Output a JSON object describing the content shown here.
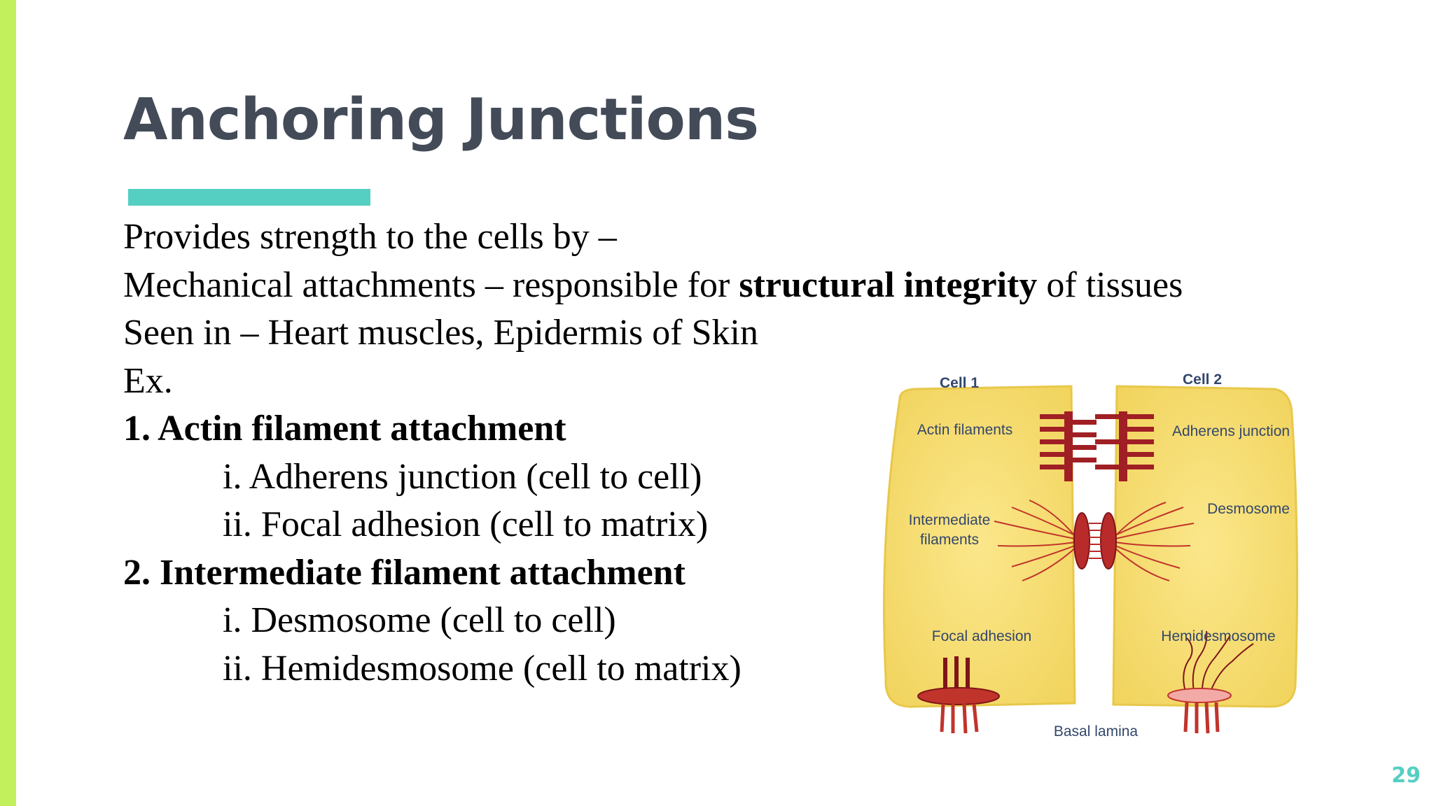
{
  "slide": {
    "title": "Anchoring Junctions",
    "page_number": "29",
    "colors": {
      "accent_bar": "#c2ef5c",
      "underline": "#55cfc2",
      "title": "#434b58"
    }
  },
  "body": {
    "line1": "Provides strength to the cells by –",
    "line2_pre": "Mechanical attachments – responsible for ",
    "line2_bold": "structural integrity",
    "line2_post": " of tissues",
    "line3": "Seen in – Heart muscles, Epidermis of Skin",
    "line4": "Ex.",
    "item1_heading": "1. Actin filament attachment",
    "item1_sub1": "i. Adherens junction (cell to cell)",
    "item1_sub2": "ii. Focal adhesion (cell to matrix)",
    "item2_heading": "2. Intermediate filament attachment",
    "item2_sub1": "i. Desmosome (cell to cell)",
    "item2_sub2": "ii. Hemidesmosome (cell to matrix)"
  },
  "diagram": {
    "cell1_label": "Cell 1",
    "cell2_label": "Cell 2",
    "actin_filaments": "Actin filaments",
    "adherens_junction": "Adherens junction",
    "intermediate_line1": "Intermediate",
    "intermediate_line2": "filaments",
    "desmosome": "Desmosome",
    "focal_adhesion": "Focal adhesion",
    "hemidesmosome": "Hemidesmosome",
    "basal_lamina": "Basal lamina",
    "colors": {
      "cell_fill": "#f9e27a",
      "cell_edge": "#ecd050",
      "junction": "#a01f24",
      "label": "#33476b"
    }
  }
}
